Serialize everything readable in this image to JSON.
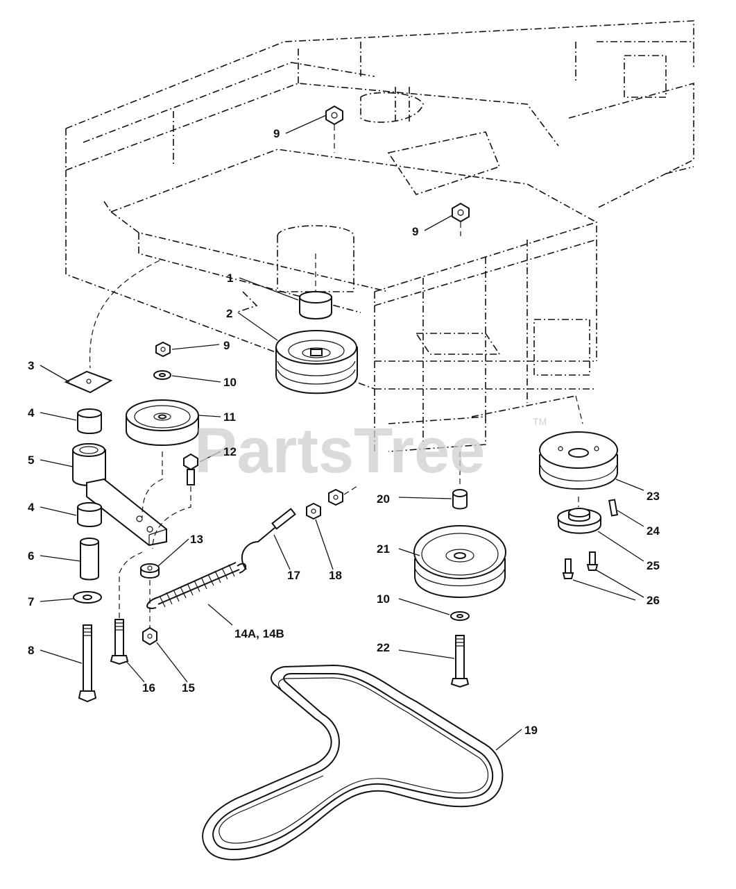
{
  "watermark": {
    "text": "PartsTree",
    "trademark": "TM"
  },
  "callouts": {
    "c1": "1",
    "c2": "2",
    "c3": "3",
    "c4a": "4",
    "c4b": "4",
    "c5": "5",
    "c6": "6",
    "c7": "7",
    "c8": "8",
    "c9a": "9",
    "c9b": "9",
    "c9c": "9",
    "c10a": "10",
    "c10b": "10",
    "c11": "11",
    "c12": "12",
    "c13": "13",
    "c14": "14A, 14B",
    "c15": "15",
    "c16": "16",
    "c17": "17",
    "c18": "18",
    "c19": "19",
    "c20": "20",
    "c21": "21",
    "c22": "22",
    "c23": "23",
    "c24": "24",
    "c25": "25",
    "c26": "26"
  }
}
